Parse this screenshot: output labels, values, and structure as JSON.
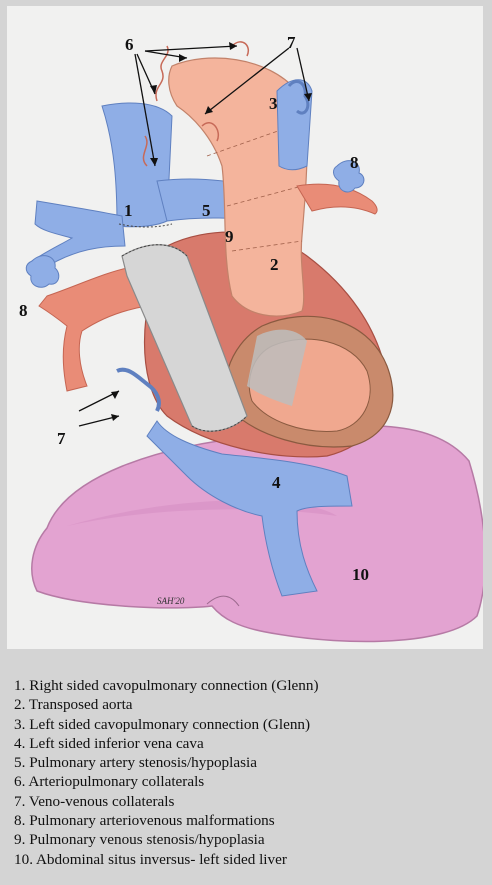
{
  "figure": {
    "numbers": {
      "n1": "1",
      "n2": "2",
      "n3": "3",
      "n4": "4",
      "n5": "5",
      "n6": "6",
      "n7": "7",
      "n8": "8",
      "n9": "9",
      "n10": "10"
    },
    "signature": "SAH'20",
    "colors": {
      "venous_blue": "#8faee6",
      "arterial_salmon": "#ef9d88",
      "aorta_peach": "#f4b49c",
      "heart_red": "#d87a6c",
      "liver_pink": "#e3a3d1",
      "conduit_gray": "#d6d6d6",
      "myocardium_brown": "#c98a6c"
    }
  },
  "legend": [
    "1. Right sided cavopulmonary connection (Glenn)",
    "2. Transposed aorta",
    "3. Left sided cavopulmonary connection (Glenn)",
    "4. Left sided inferior vena cava",
    "5. Pulmonary artery stenosis/hypoplasia",
    "6. Arteriopulmonary  collaterals",
    "7. Veno-venous collaterals",
    "8. Pulmonary arteriovenous malformations",
    "9. Pulmonary venous stenosis/hypoplasia",
    "10. Abdominal situs inversus- left sided liver"
  ]
}
